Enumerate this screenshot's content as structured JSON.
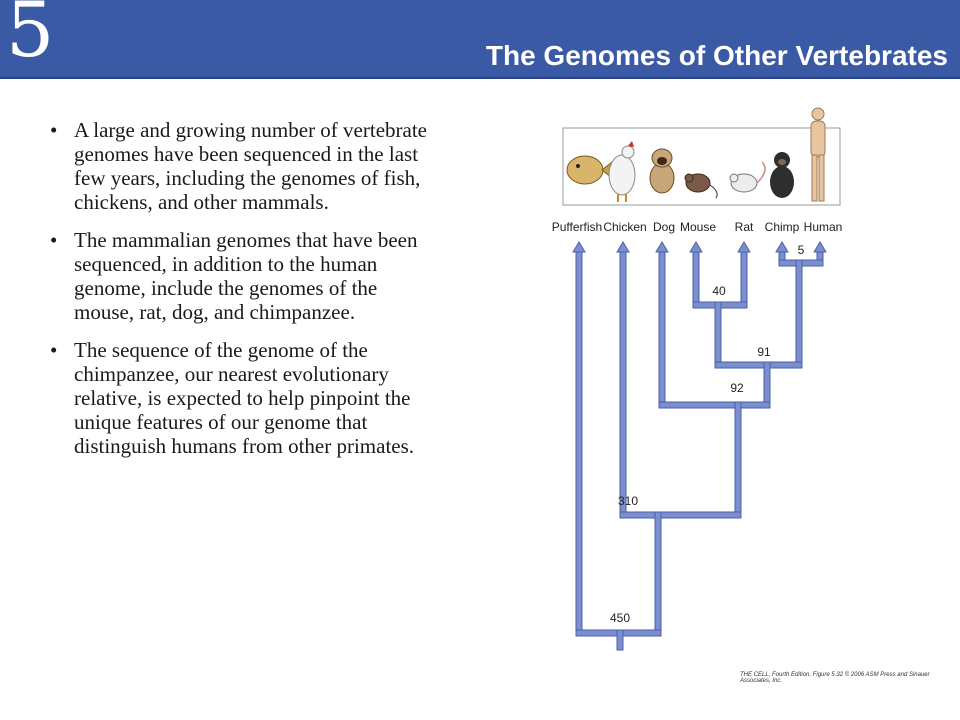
{
  "header": {
    "chapter_number": "5",
    "title": "The Genomes of Other Vertebrates"
  },
  "bullets": [
    "A large and growing number of vertebrate genomes have been sequenced in the last few years, including the genomes of fish, chickens, and other mammals.",
    "The mammalian genomes that have been sequenced, in addition to the human genome, include the genomes of the mouse, rat, dog, and chimpanzee.",
    "The sequence of the genome of the chimpanzee, our nearest evolutionary relative, is expected to help pinpoint the unique features of our genome that distinguish humans from other primates."
  ],
  "bullet_glyph": "•",
  "figure": {
    "species": [
      "Pufferfish",
      "Chicken",
      "Dog",
      "Mouse",
      "Rat",
      "Chimp",
      "Human"
    ],
    "divergences": [
      "5",
      "40",
      "91",
      "92",
      "310",
      "450"
    ],
    "credit": "THE CELL, Fourth Edition, Figure 5.32  © 2006 ASM Press and Sinauer Associates, Inc."
  },
  "colors": {
    "header_bg": "#3b5aa6",
    "tree_fill": "#7b8fcf",
    "tree_stroke": "#4a5fa8"
  }
}
